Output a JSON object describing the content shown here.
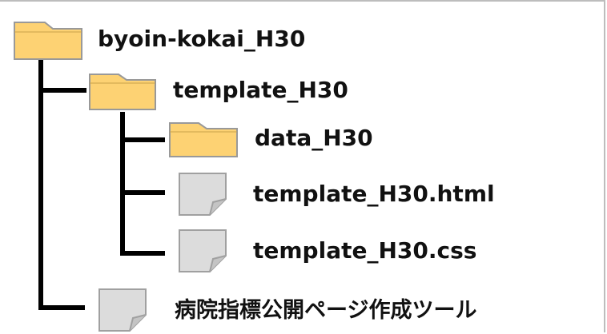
{
  "tree": {
    "root": {
      "label": "byoin-kokai_H30",
      "type": "folder"
    },
    "template_folder": {
      "label": "template_H30",
      "type": "folder"
    },
    "data_folder": {
      "label": "data_H30",
      "type": "folder"
    },
    "html_file": {
      "label": "template_H30.html",
      "type": "file"
    },
    "css_file": {
      "label": "template_H30.css",
      "type": "file"
    },
    "tool_file": {
      "label": "病院指標公開ページ作成ツール",
      "type": "file"
    }
  },
  "colors": {
    "folder_fill": "#fdd273",
    "folder_stroke": "#999999",
    "file_fill": "#dcdcdc",
    "file_stroke": "#a0a0a0",
    "line": "#000000",
    "frame": "#bdbdbd"
  }
}
